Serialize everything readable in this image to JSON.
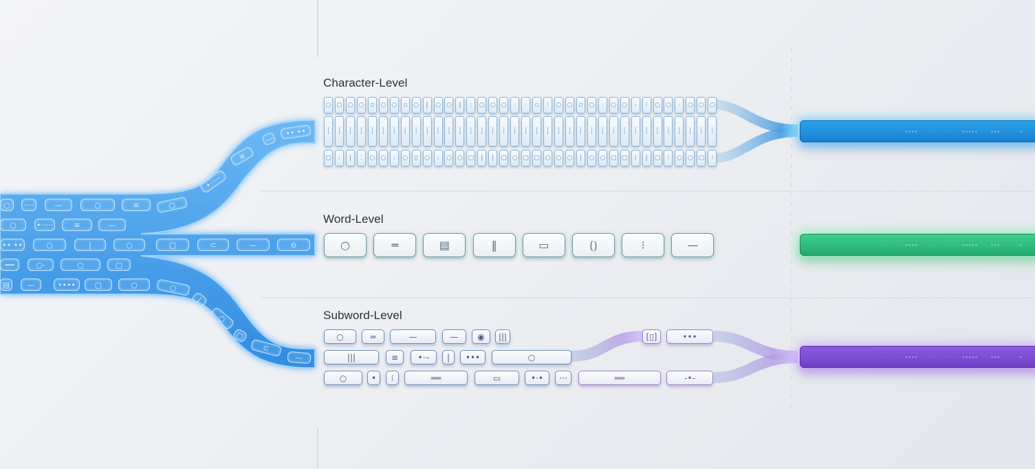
{
  "diagram": {
    "title_hidden": "Tokenization levels",
    "colors": {
      "background": "#eef0f3",
      "source_blue": "#3d9ae8",
      "character_output": "#1f8fdc",
      "word_output": "#30bd7c",
      "subword_output": "#7d4cd4",
      "grid_line": "#cfd3d9"
    },
    "source": {
      "name": "input-keyboard",
      "branches": [
        "upper",
        "middle",
        "lower"
      ],
      "key_glyphs": [
        "○",
        "····",
        "—",
        "○",
        "≡",
        "○",
        "•·····",
        "≡",
        "—",
        "•• ••",
        "○",
        "|",
        "○",
        "▢",
        "⊂",
        "—",
        "⊖",
        "══",
        "○-",
        "○",
        "▢",
        "▤",
        "—",
        "••••",
        "▢"
      ]
    },
    "tracks": [
      {
        "id": "character",
        "label": "Character-Level",
        "color": "#1f8fdc",
        "rows": 3,
        "columns": 36,
        "row_glyphs": [
          [
            "○",
            "○",
            "○",
            "○",
            "▫",
            "○",
            "○",
            "▫",
            "○",
            "|",
            "○",
            "○",
            "|",
            ":",
            "○",
            "○",
            "○",
            "·",
            "·",
            "▫",
            "⁝",
            "○",
            "○",
            "▫",
            "○",
            "·",
            "○",
            "○",
            "-",
            "⁝",
            "○",
            "○",
            "·",
            "○",
            "○",
            "○"
          ],
          [
            "┆",
            "┆",
            "┆",
            "┆",
            "┆",
            "┆",
            "┆",
            "┆",
            "┆",
            "┆",
            "┆",
            "┆",
            "┆",
            "┆",
            "┆",
            "┆",
            "┆",
            "┆",
            "┆",
            "┆",
            "┆",
            "┆",
            "┆",
            "┆",
            "┆",
            "┆",
            "┆",
            "┆",
            "┆",
            "┆",
            "┆",
            "┆",
            "┆",
            "┆",
            "┆",
            "┆"
          ],
          [
            "▢",
            ":",
            "|",
            "⁚",
            "○",
            "○",
            ":",
            "○",
            "▯",
            "○",
            ":",
            "○",
            "○",
            "▢",
            "|",
            "|",
            "▢",
            "○",
            "▢",
            "▢",
            "○",
            "○",
            "○",
            "|",
            "○",
            "○",
            "▢",
            "▢",
            "⁞",
            "|",
            "▢",
            "⁝",
            "○",
            "○",
            "▢",
            "⁝"
          ]
        ],
        "merge": "3-to-1 fan-in"
      },
      {
        "id": "word",
        "label": "Word-Level",
        "color": "#30bd7c",
        "tokens": [
          "○",
          "═",
          "▤",
          "‖",
          "▭",
          "⟮⟯",
          "⁝",
          "—"
        ],
        "merge": "straight"
      },
      {
        "id": "subword",
        "label": "Subword-Level",
        "color": "#7d4cd4",
        "rows": [
          [
            "○",
            "═",
            "—",
            "—",
            "◉",
            "|||"
          ],
          [
            "|||",
            "≡",
            "•·–",
            "|",
            "•••",
            "○"
          ],
          [
            "○",
            "•",
            "⁝",
            "══",
            "▭",
            "•·•",
            "···",
            "══",
            "-•-"
          ]
        ],
        "branch_tokens": [
          {
            "branch": "upper",
            "tokens": [
              "[▯]",
              "•••"
            ]
          }
        ],
        "merge": "2-to-1 crossover"
      }
    ],
    "outputs": [
      {
        "track": "character",
        "label": "character-embedding-bar",
        "color": "#1f8fdc"
      },
      {
        "track": "word",
        "label": "word-embedding-bar",
        "color": "#30bd7c"
      },
      {
        "track": "subword",
        "label": "subword-embedding-bar",
        "color": "#7d4cd4"
      }
    ],
    "output_noise": "·· ··· ▪▪▪▪ · ·:· ······ ▪▪▪▪▪ ·· ▪▪▪ ··· ·▪· ·· ······ ▪▪▪▪▪▪▪▪"
  }
}
